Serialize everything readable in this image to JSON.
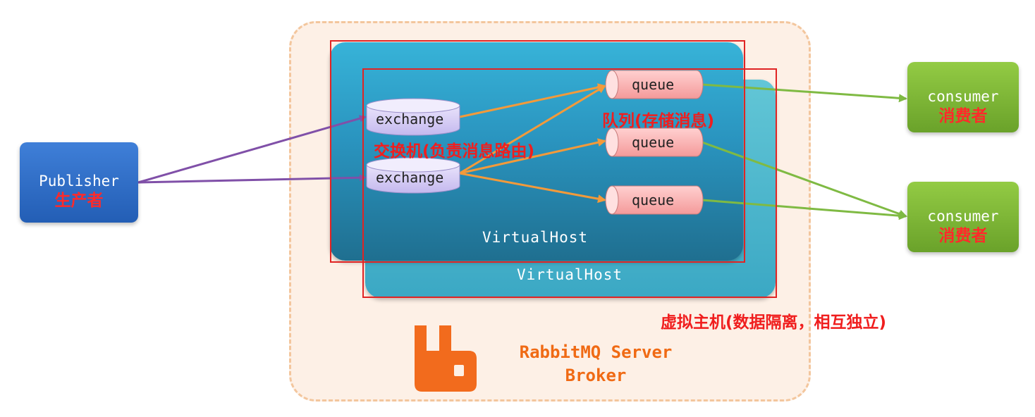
{
  "publisher": {
    "title": "Publisher",
    "subtitle": "生产者"
  },
  "consumers": [
    {
      "title": "consumer",
      "subtitle": "消费者"
    },
    {
      "title": "consumer",
      "subtitle": "消费者"
    }
  ],
  "exchanges": [
    "exchange",
    "exchange"
  ],
  "queues": [
    "queue",
    "queue",
    "queue"
  ],
  "vhosts": [
    "VirtualHost",
    "VirtualHost"
  ],
  "notes": {
    "exchange": "交换机(负责消息路由)",
    "queue": "队列(存储消息)",
    "vhost": "虚拟主机(数据隔离，相互独立)"
  },
  "broker": {
    "line1": "RabbitMQ Server",
    "line2": "Broker"
  },
  "colors": {
    "broker_bg": "#fdf0e6",
    "vhost": "#2a94bf",
    "publisher": "#235eb5",
    "consumer": "#6aa22a",
    "queue": "#f9a9a9",
    "exchange": "#d6cdf3",
    "publish_arrow": "#8050a8",
    "route_arrow": "#f39a3a",
    "consume_arrow": "#7fba43",
    "annotation": "#f01e1e",
    "rabbitmq": "#f06a14"
  }
}
